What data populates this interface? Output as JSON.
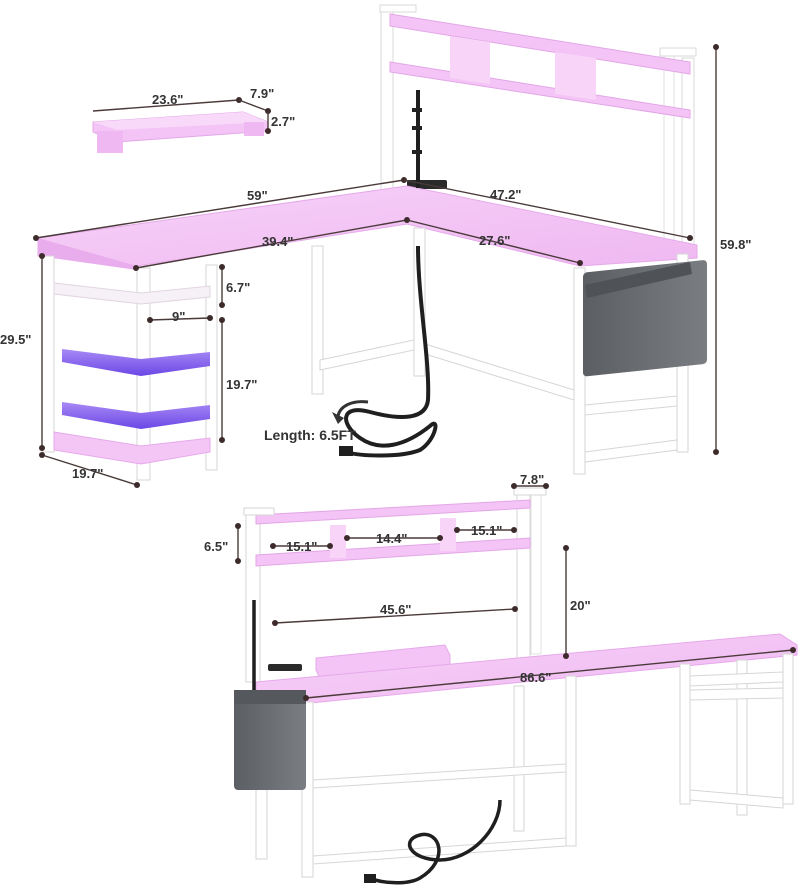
{
  "product_views": {
    "l_shape": {
      "monitor_stand": {
        "width": "23.6\"",
        "depth": "7.9\"",
        "height": "2.7\""
      },
      "desk_width": "59\"",
      "desk_depth": "47.2\"",
      "inner_width": "39.4\"",
      "inner_return": "27.6\"",
      "height_total": "59.8\"",
      "desk_height": "29.5\"",
      "shelf_gap": "6.7\"",
      "shelf_depth": "9\"",
      "shelf_height": "19.7\"",
      "shelf_width": "19.7\"",
      "cord_length": "Length: 6.5FT"
    },
    "straight": {
      "hutch_depth": "7.8\"",
      "hutch_height": "6.5\"",
      "cubby_left": "15.1\"",
      "cubby_middle": "14.4\"",
      "cubby_right": "15.1\"",
      "hutch_width": "45.6\"",
      "hutch_clearance": "20\"",
      "total_width": "86.6\""
    }
  },
  "colors": {
    "desktop": "#f4c6f6",
    "frame": "#ffffff",
    "led_glow": "#8f6cf2",
    "bag": "#6c6f74",
    "cable": "#1f1f1f"
  }
}
